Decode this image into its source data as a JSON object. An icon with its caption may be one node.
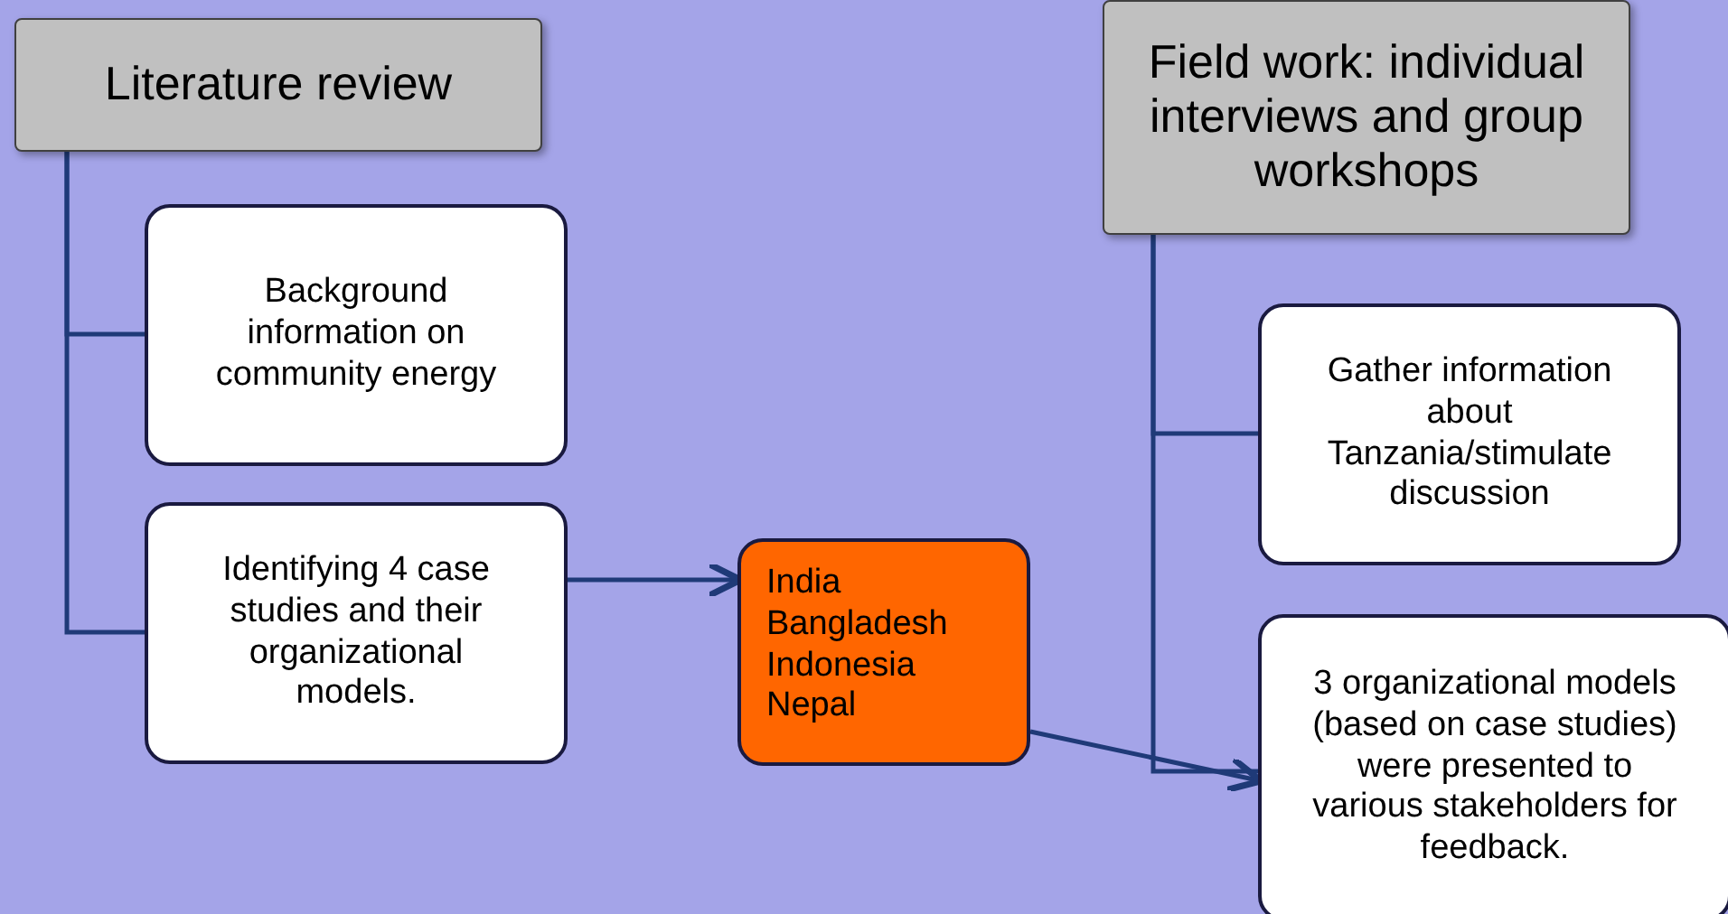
{
  "diagram": {
    "nodes": [
      {
        "text": [
          "Literature review"
        ]
      },
      {
        "text": [
          "Background information on community energy"
        ]
      },
      {
        "text": [
          "Identifying 4 case studies and their organizational models."
        ]
      },
      {
        "text": [
          "India",
          "Bangladesh",
          "Indonesia",
          "Nepal"
        ]
      },
      {
        "text": [
          "Field work: individual interviews and group workshops"
        ]
      },
      {
        "text": [
          "Gather information about Tanzania/stimulate discussion"
        ]
      },
      {
        "text": [
          "3 organizational models (based on case studies) were presented to various stakeholders for feedback."
        ]
      }
    ],
    "edges": [
      {
        "from": 0,
        "to": 1,
        "arrow": "none"
      },
      {
        "from": 0,
        "to": 2,
        "arrow": "none"
      },
      {
        "from": 2,
        "to": 3,
        "arrow": "to"
      },
      {
        "from": 3,
        "to": 6,
        "arrow": "to"
      },
      {
        "from": 4,
        "to": 5,
        "arrow": "none"
      },
      {
        "from": 4,
        "to": 6,
        "arrow": "none"
      }
    ]
  }
}
